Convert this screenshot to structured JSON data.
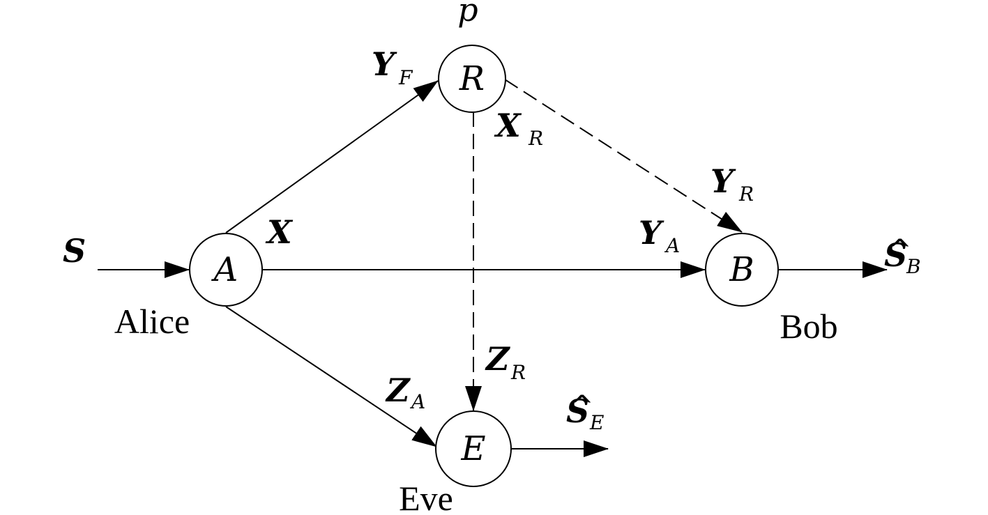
{
  "nodes": {
    "alice": {
      "letter": "A",
      "name": "Alice"
    },
    "relay": {
      "letter": "R",
      "power": "p"
    },
    "bob": {
      "letter": "B",
      "name": "Bob"
    },
    "eve": {
      "letter": "E",
      "name": "Eve"
    }
  },
  "labels": {
    "source": {
      "main": "S"
    },
    "alice_tx": {
      "main": "X"
    },
    "relay_rx": {
      "main": "Y",
      "sub": "F"
    },
    "relay_tx": {
      "main": "X",
      "sub": "R"
    },
    "bob_rx_relay": {
      "main": "Y",
      "sub": "R"
    },
    "bob_rx_alice": {
      "main": "Y",
      "sub": "A"
    },
    "eve_rx_alice": {
      "main": "Z",
      "sub": "A"
    },
    "eve_rx_relay": {
      "main": "Z",
      "sub": "R"
    },
    "bob_estimate": {
      "hat": "^",
      "main": "S",
      "sub": "B"
    },
    "eve_estimate": {
      "hat": "^",
      "main": "S",
      "sub": "E"
    }
  }
}
